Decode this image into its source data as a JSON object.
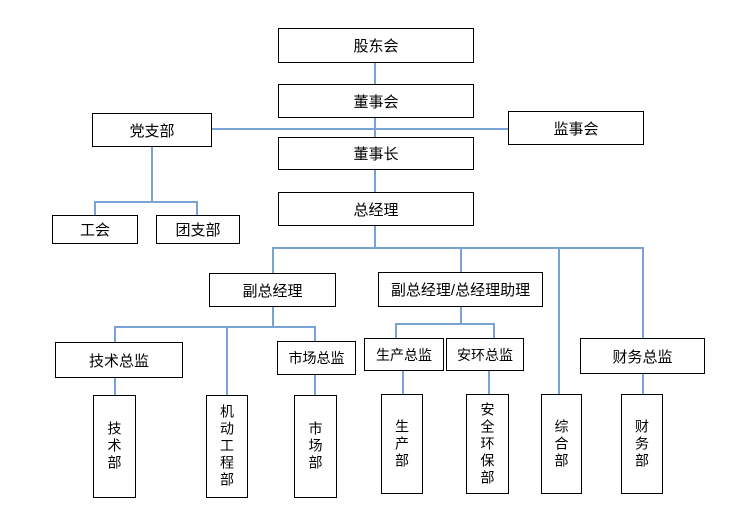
{
  "chart": {
    "type": "org-chart",
    "line_color": "#7ba2d4",
    "box_border_color": "#000000",
    "background_color": "#ffffff",
    "nodes": {
      "shareholders_meeting": "股东会",
      "board_of_directors": "董事会",
      "party_branch": "党支部",
      "supervisory_board": "监事会",
      "chairman": "董事长",
      "general_manager": "总经理",
      "labor_union": "工会",
      "youth_league_branch": "团支部",
      "deputy_general_manager": "副总经理",
      "deputy_gm_gm_assistant": "副总经理/总经理助理",
      "technical_director": "技术总监",
      "marketing_director": "市场总监",
      "production_director": "生产总监",
      "safety_env_director": "安环总监",
      "finance_director": "财务总监",
      "technology_dept": "技术部",
      "mechanical_engineering_dept": "机动工程部",
      "marketing_dept": "市场部",
      "production_dept": "生产部",
      "safety_environment_dept": "安全环保部",
      "general_affairs_dept": "综合部",
      "finance_dept": "财务部"
    },
    "edges": [
      "股东会-董事会",
      "董事会-董事长",
      "党支部-监事会",
      "董事长-总经理",
      "党支部-工会",
      "党支部-团支部",
      "总经理-副总经理",
      "总经理-副总经理/总经理助理",
      "总经理-综合部",
      "总经理-财务总监",
      "副总经理-技术总监",
      "副总经理-机动工程部",
      "副总经理-市场总监",
      "副总经理/总经理助理-生产总监",
      "副总经理/总经理助理-安环总监",
      "技术总监-技术部",
      "市场总监-市场部",
      "生产总监-生产部",
      "安环总监-安全环保部",
      "财务总监-财务部"
    ]
  }
}
